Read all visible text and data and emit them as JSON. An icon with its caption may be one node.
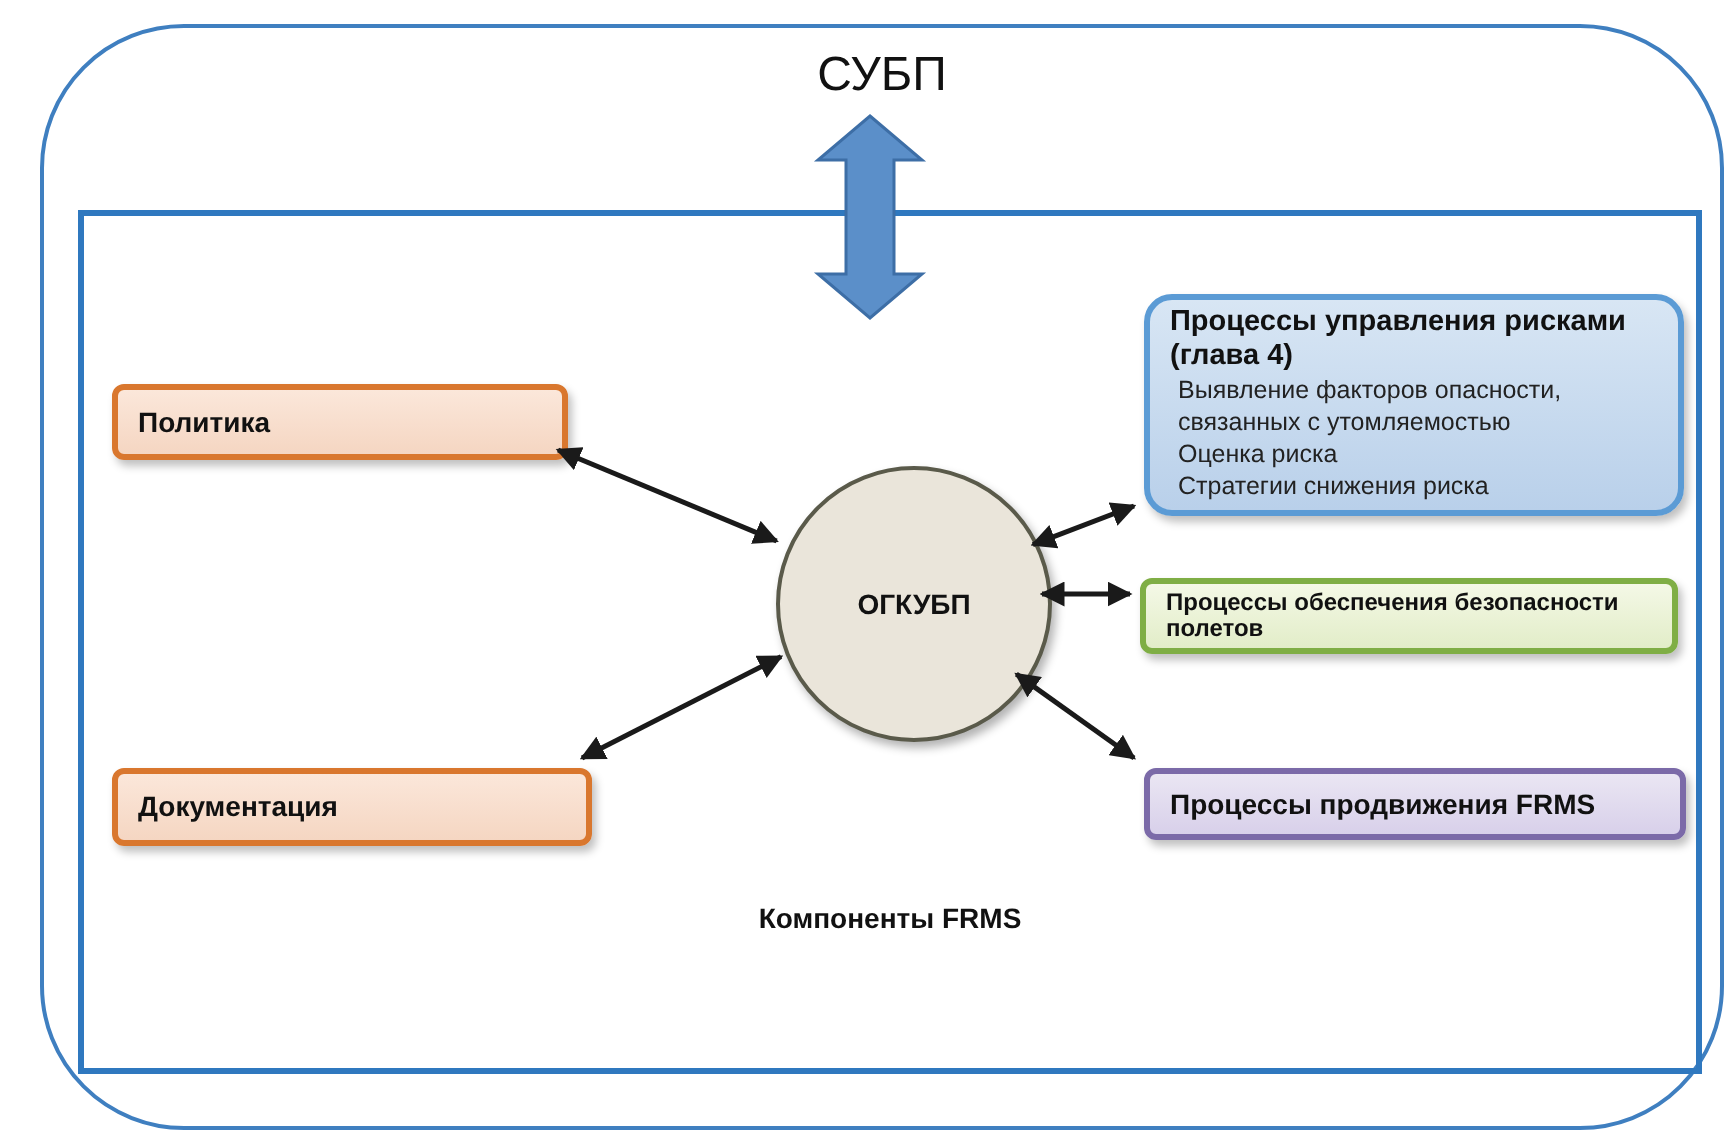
{
  "diagram": {
    "nodes": [
      {
        "text": [
          "СУБП"
        ]
      },
      {
        "text": [
          "Компоненты FRMS"
        ],
        "in": 0
      },
      {
        "text": [
          "Процессы управления рисками (глава 4)",
          "Выявление факторов опасности, связанных с утомляемостью",
          "Оценка риска",
          "Стратегии снижения риска"
        ],
        "in": 1
      },
      {
        "text": [
          "Политика"
        ],
        "in": 1
      },
      {
        "text": [
          "ОГКУБП"
        ],
        "in": 1
      },
      {
        "text": [
          "Процессы обеспечения безопасности полетов"
        ],
        "in": 1
      },
      {
        "text": [
          "Документация"
        ],
        "in": 1
      },
      {
        "text": [
          "Процессы продвижения FRMS"
        ],
        "in": 1
      }
    ],
    "edges": [
      {
        "from": 0,
        "to": 1,
        "arrow": "both",
        "style": "thick",
        "color": "#5b8fc9"
      },
      {
        "from": 4,
        "to": 3,
        "arrow": "both"
      },
      {
        "from": 4,
        "to": 2,
        "arrow": "both"
      },
      {
        "from": 4,
        "to": 5,
        "arrow": "both"
      },
      {
        "from": 4,
        "to": 6,
        "arrow": "both"
      },
      {
        "from": 4,
        "to": 7,
        "arrow": "both"
      }
    ]
  }
}
